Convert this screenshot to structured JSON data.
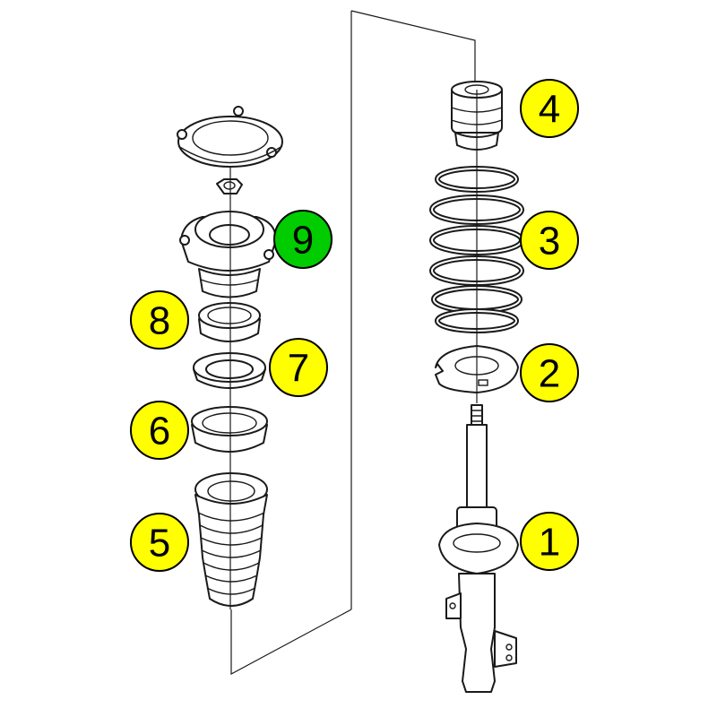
{
  "diagram": {
    "callouts": [
      {
        "id": "1",
        "label": "1",
        "color": "#ffff00"
      },
      {
        "id": "2",
        "label": "2",
        "color": "#ffff00"
      },
      {
        "id": "3",
        "label": "3",
        "color": "#ffff00"
      },
      {
        "id": "4",
        "label": "4",
        "color": "#ffff00"
      },
      {
        "id": "5",
        "label": "5",
        "color": "#ffff00"
      },
      {
        "id": "6",
        "label": "6",
        "color": "#ffff00"
      },
      {
        "id": "7",
        "label": "7",
        "color": "#ffff00"
      },
      {
        "id": "8",
        "label": "8",
        "color": "#ffff00"
      },
      {
        "id": "9",
        "label": "9",
        "color": "#00cc00"
      }
    ],
    "highlight_color": "#00cc00",
    "default_color": "#ffff00"
  }
}
